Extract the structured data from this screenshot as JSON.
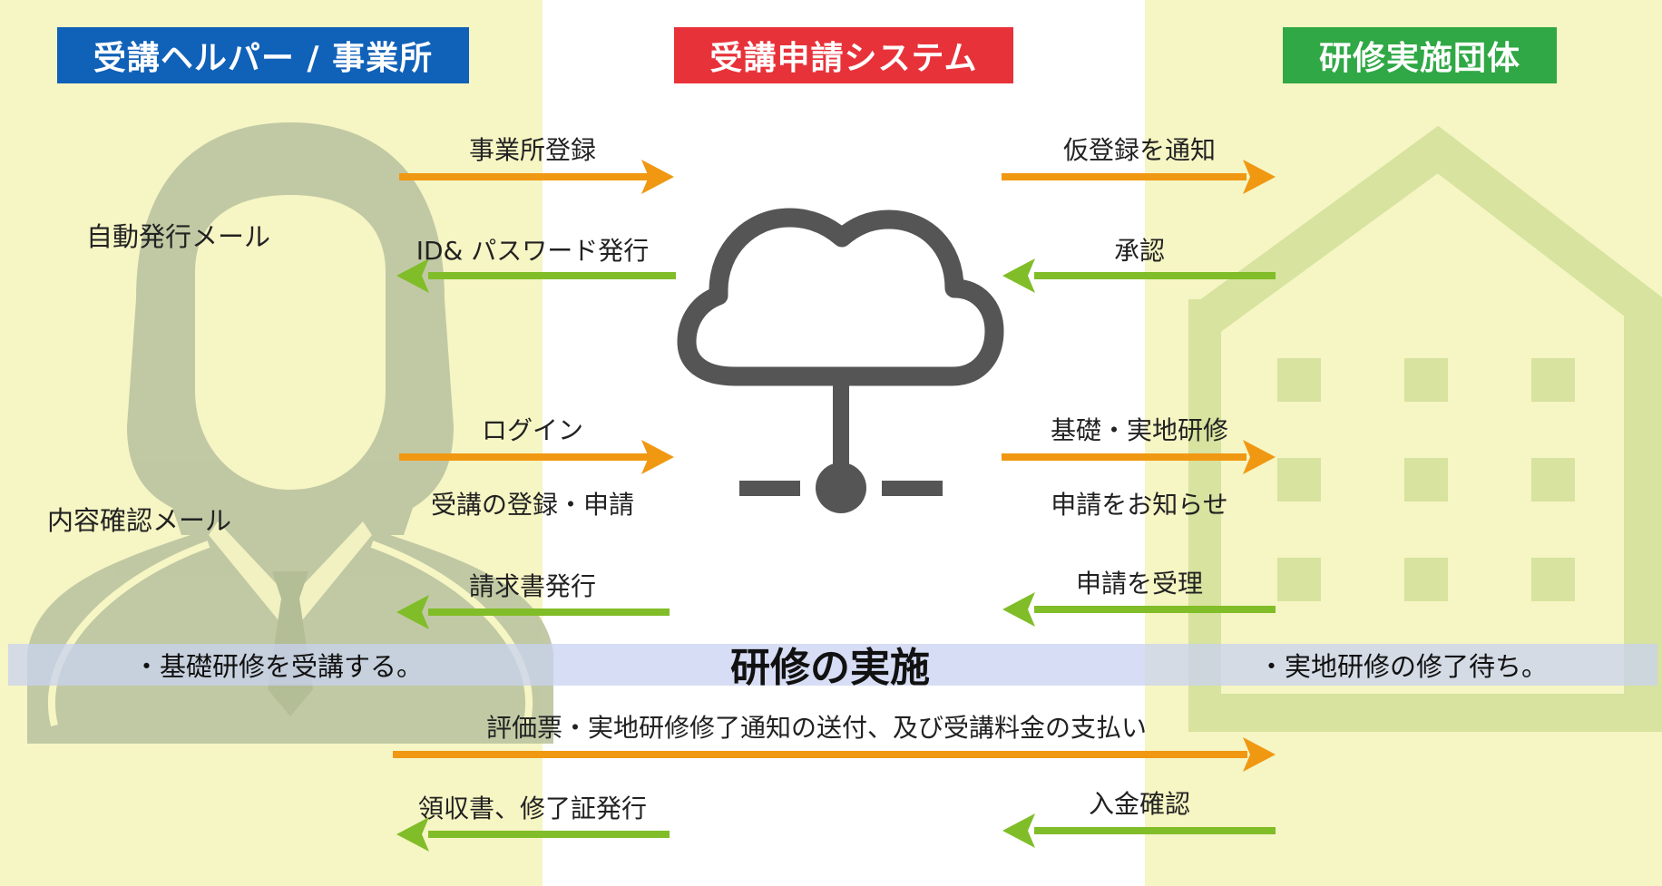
{
  "header": {
    "left_title": "受講ヘルパー / 事業所",
    "center_title": "受講申請システム",
    "right_title": "研修実施団体"
  },
  "colors": {
    "left_tag": "#1061b8",
    "center_tag": "#e8323a",
    "right_tag": "#2fa845",
    "arrow_orange": "#f09812",
    "arrow_green": "#80bd28",
    "background": "#f6f5c4"
  },
  "left_notes": {
    "auto_mail": "自動発行メール",
    "content_mail": "内容確認メール"
  },
  "left_flows": {
    "office_registration": "事業所登録",
    "id_password_issue": "ID& パスワード発行",
    "login": "ログイン",
    "course_registration_application": "受講の登録・申請",
    "invoice_issue": "請求書発行"
  },
  "right_flows": {
    "notify_temp_registration": "仮登録を通知",
    "approval": "承認",
    "basic_practical_training": "基礎・実地研修",
    "notify_application": "申請をお知らせ",
    "accept_application": "申請を受理",
    "payment_confirmation": "入金確認"
  },
  "band": {
    "title": "研修の実施",
    "left_text": "・基礎研修を受講する。",
    "right_text": "・実地研修の修了待ち。"
  },
  "bottom_flows": {
    "evaluation_and_payment": "評価票・実地研修修了通知の送付、及び受講料金の支払い",
    "receipt_certificate_issue": "領収書、修了証発行"
  },
  "icons": {
    "person": "person-silhouette-icon",
    "cloud": "cloud-network-icon",
    "building": "building-icon"
  }
}
